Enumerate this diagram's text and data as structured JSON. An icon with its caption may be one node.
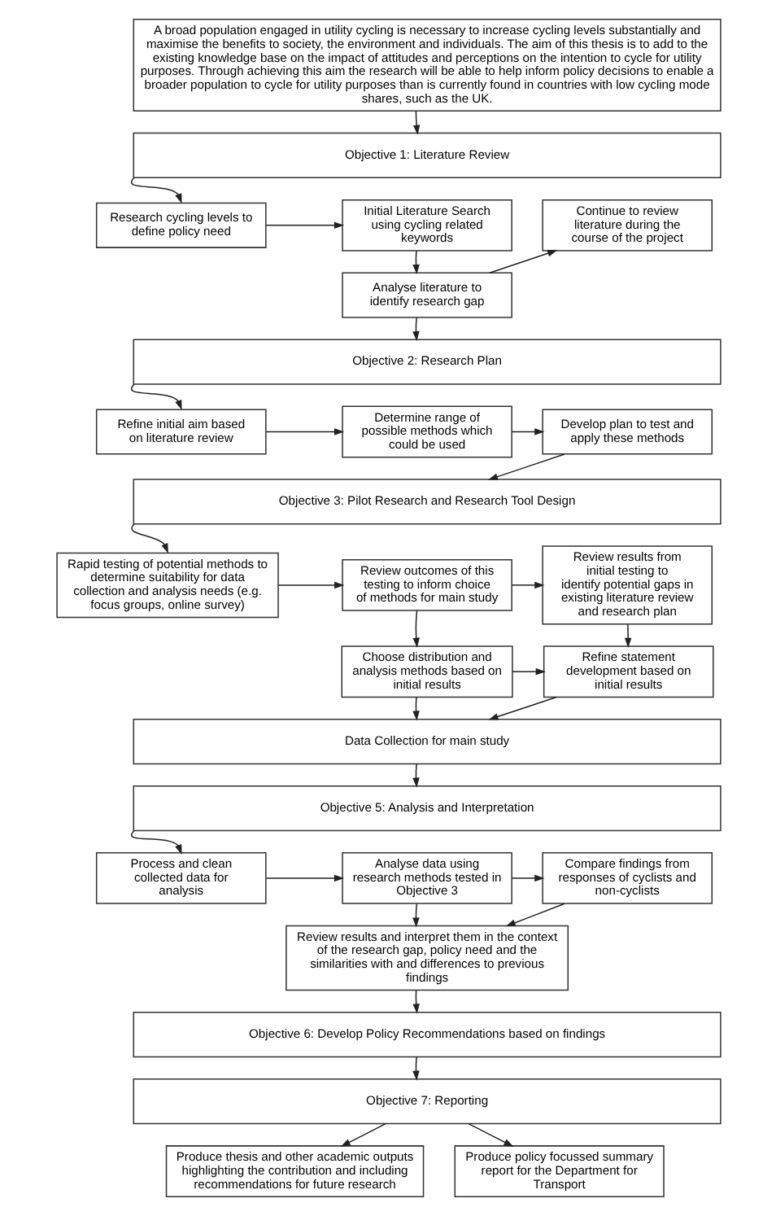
{
  "diagram": {
    "nodes": [
      {
        "text": [
          "A broad population engaged in utility cycling is necessary to increase cycling levels substantially and maximise the benefits to society, the environment and individuals. The aim of this thesis is to add to the existing knowledge base on the impact of attitudes and perceptions on the intention to cycle for utility purposes. Through achieving this aim the research will be able to help inform policy decisions to enable a broader population to cycle for utility purposes than is currently found in countries with low cycling mode shares, such as the UK."
        ]
      },
      {
        "text": [
          "Objective 1: Literature Review"
        ]
      },
      {
        "text": [
          "Research cycling levels to define policy need"
        ]
      },
      {
        "text": [
          "Initial Literature Search using cycling related keywords"
        ]
      },
      {
        "text": [
          "Continue to review literature during the course of the project"
        ]
      },
      {
        "text": [
          "Analyse literature to identify research gap"
        ]
      },
      {
        "text": [
          "Objective 2: Research Plan"
        ]
      },
      {
        "text": [
          "Refine initial aim based on literature review"
        ]
      },
      {
        "text": [
          "Determine range of possible methods which could be used"
        ]
      },
      {
        "text": [
          "Develop plan to test and apply these methods"
        ]
      },
      {
        "text": [
          "Objective 3: Pilot Research and Research Tool Design"
        ]
      },
      {
        "text": [
          "Rapid testing of potential methods to determine suitability for data collection and analysis needs (e.g. focus groups, online survey)"
        ]
      },
      {
        "text": [
          "Review outcomes of this testing to inform choice of methods for main study"
        ]
      },
      {
        "text": [
          "Review results from initial testing to identify potential gaps in existing literature review and research plan"
        ]
      },
      {
        "text": [
          "Choose distribution and analysis methods based on initial results"
        ]
      },
      {
        "text": [
          "Refine statement development based on initial results"
        ]
      },
      {
        "text": [
          "Data Collection for main study"
        ]
      },
      {
        "text": [
          "Objective 5: Analysis and Interpretation"
        ]
      },
      {
        "text": [
          "Process and clean collected data for analysis"
        ]
      },
      {
        "text": [
          "Analyse data using research methods tested in Objective 3"
        ]
      },
      {
        "text": [
          "Compare findings from responses of cyclists and non-cyclists"
        ]
      },
      {
        "text": [
          "Review results and interpret them in the context of the research gap, policy need and the similarities with and differences to previous findings"
        ]
      },
      {
        "text": [
          "Objective 6: Develop Policy Recommendations based on findings"
        ]
      },
      {
        "text": [
          "Objective 7: Reporting"
        ]
      },
      {
        "text": [
          "Produce thesis and other academic outputs highlighting the contribution and including recommendations for future research"
        ]
      },
      {
        "text": [
          "Produce policy focussed summary report for the Department for Transport"
        ]
      }
    ],
    "edges": [
      {
        "from": 0,
        "to": 1,
        "arrow": "to"
      },
      {
        "from": 1,
        "to": 2,
        "arrow": "to"
      },
      {
        "from": 2,
        "to": 3,
        "arrow": "to"
      },
      {
        "from": 3,
        "to": 5,
        "arrow": "to"
      },
      {
        "from": 5,
        "to": 4,
        "arrow": "to"
      },
      {
        "from": 5,
        "to": 6,
        "arrow": "to"
      },
      {
        "from": 6,
        "to": 7,
        "arrow": "to"
      },
      {
        "from": 7,
        "to": 8,
        "arrow": "to"
      },
      {
        "from": 8,
        "to": 9,
        "arrow": "to"
      },
      {
        "from": 9,
        "to": 10,
        "arrow": "to"
      },
      {
        "from": 10,
        "to": 11,
        "arrow": "to"
      },
      {
        "from": 11,
        "to": 12,
        "arrow": "to"
      },
      {
        "from": 12,
        "to": 13,
        "arrow": "to"
      },
      {
        "from": 12,
        "to": 14,
        "arrow": "to"
      },
      {
        "from": 13,
        "to": 15,
        "arrow": "to"
      },
      {
        "from": 14,
        "to": 15,
        "arrow": "to"
      },
      {
        "from": 14,
        "to": 16,
        "arrow": "to"
      },
      {
        "from": 15,
        "to": 16,
        "arrow": "to"
      },
      {
        "from": 16,
        "to": 17,
        "arrow": "to"
      },
      {
        "from": 17,
        "to": 18,
        "arrow": "to"
      },
      {
        "from": 18,
        "to": 19,
        "arrow": "to"
      },
      {
        "from": 19,
        "to": 20,
        "arrow": "to"
      },
      {
        "from": 19,
        "to": 21,
        "arrow": "to"
      },
      {
        "from": 20,
        "to": 21,
        "arrow": "to"
      },
      {
        "from": 21,
        "to": 22,
        "arrow": "to"
      },
      {
        "from": 22,
        "to": 23,
        "arrow": "to"
      },
      {
        "from": 23,
        "to": 24,
        "arrow": "to"
      },
      {
        "from": 23,
        "to": 25,
        "arrow": "to"
      }
    ]
  }
}
